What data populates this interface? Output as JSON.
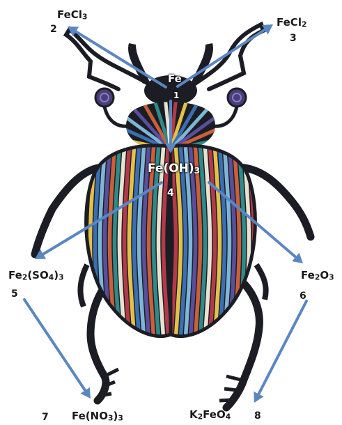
{
  "colors": {
    "arrow": "#5b86c2",
    "body": "#1c1d24",
    "stripes": [
      "#b33a4a",
      "#e2c14a",
      "#3b6fb0",
      "#7fb6d6",
      "#5a4f9a",
      "#c9603b",
      "#2f8a8a",
      "#e8e3d0"
    ]
  },
  "nodes": [
    {
      "id": "fe",
      "number": "1",
      "parts": [
        {
          "t": "Fe"
        }
      ]
    },
    {
      "id": "fecl3",
      "number": "2",
      "parts": [
        {
          "t": "FeCl"
        },
        {
          "t": "3",
          "sub": true
        }
      ]
    },
    {
      "id": "fecl2",
      "number": "3",
      "parts": [
        {
          "t": "FeCl"
        },
        {
          "t": "2",
          "sub": true
        }
      ]
    },
    {
      "id": "feoh3",
      "number": "4",
      "parts": [
        {
          "t": "Fe(OH)"
        },
        {
          "t": "3",
          "sub": true
        }
      ]
    },
    {
      "id": "fe2so43",
      "number": "5",
      "parts": [
        {
          "t": "Fe"
        },
        {
          "t": "2",
          "sub": true
        },
        {
          "t": "(SO"
        },
        {
          "t": "4",
          "sub": true
        },
        {
          "t": ")"
        },
        {
          "t": "3",
          "sub": true
        }
      ]
    },
    {
      "id": "fe2o3",
      "number": "6",
      "parts": [
        {
          "t": "Fe"
        },
        {
          "t": "2",
          "sub": true
        },
        {
          "t": "O"
        },
        {
          "t": "3",
          "sub": true
        }
      ]
    },
    {
      "id": "feno33",
      "number": "7",
      "parts": [
        {
          "t": "Fe(NO"
        },
        {
          "t": "3",
          "sub": true
        },
        {
          "t": ")"
        },
        {
          "t": "3",
          "sub": true
        }
      ]
    },
    {
      "id": "k2feo4",
      "number": "8",
      "parts": [
        {
          "t": "K"
        },
        {
          "t": "2",
          "sub": true
        },
        {
          "t": "FeO"
        },
        {
          "t": "4",
          "sub": true
        }
      ]
    }
  ],
  "edges": [
    {
      "from": "fe",
      "to": "fecl3"
    },
    {
      "from": "fe",
      "to": "fecl2"
    },
    {
      "from": "fe",
      "to": "feoh3"
    },
    {
      "from": "feoh3",
      "to": "fe2so43"
    },
    {
      "from": "feoh3",
      "to": "fe2o3"
    },
    {
      "from": "fe2so43",
      "to": "feno33"
    },
    {
      "from": "fe2o3",
      "to": "k2feo4"
    }
  ]
}
